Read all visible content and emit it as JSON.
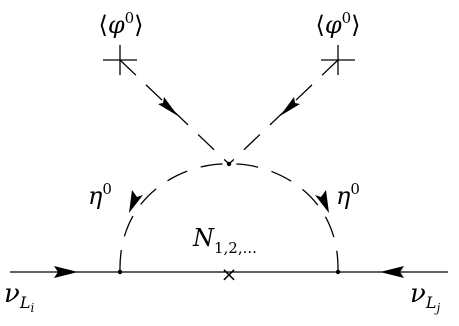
{
  "diagram": {
    "vev_left": {
      "open": "⟨",
      "field": "φ",
      "sup": "0",
      "close": "⟩"
    },
    "vev_right": {
      "open": "⟨",
      "field": "φ",
      "sup": "0",
      "close": "⟩"
    },
    "eta_left": {
      "field": "η",
      "sup": "0"
    },
    "eta_right": {
      "field": "η",
      "sup": "0"
    },
    "fermion_mass": {
      "field": "N",
      "sub": "1,2,..."
    },
    "nu_left": {
      "field": "ν",
      "sub": "L",
      "subsub": "i"
    },
    "nu_right": {
      "field": "ν",
      "sub": "L",
      "subsub": "j"
    },
    "mass_insertion_symbol": "×",
    "vev_insertion_symbol": "+"
  }
}
